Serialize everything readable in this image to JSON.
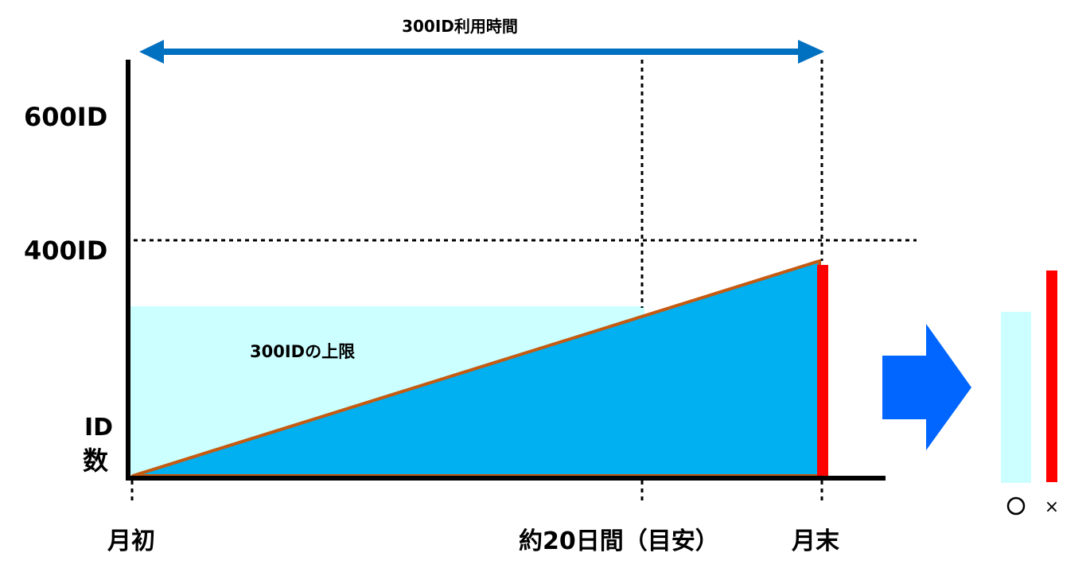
{
  "labels": {
    "span": "300ID利用時間",
    "y_top": "600ID",
    "y_mid": "400ID",
    "axis_title_line1": "ID",
    "axis_title_line2": "数",
    "limit": "300IDの上限",
    "x_start": "月初",
    "x_mid": "約20日間（目安）",
    "x_end": "月末",
    "ok_mark": "○",
    "ng_mark": "×"
  },
  "colors": {
    "span_arrow": "#0070c0",
    "limit_fill": "#ccffff",
    "usage_fill": "#00b0f0",
    "usage_edge": "#c55a11",
    "overage": "#ff0000",
    "result_arrow": "#0066ff",
    "axis": "#000000"
  }
}
